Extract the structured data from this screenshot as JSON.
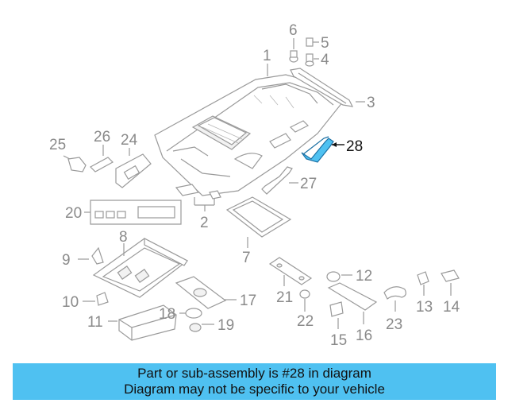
{
  "highlight": {
    "part": "28",
    "color": "#4fc1f1",
    "label_color": "#111111"
  },
  "labels": {
    "p1": "1",
    "p2": "2",
    "p3": "3",
    "p4": "4",
    "p5": "5",
    "p6": "6",
    "p7": "7",
    "p8": "8",
    "p9": "9",
    "p10": "10",
    "p11": "11",
    "p12": "12",
    "p13": "13",
    "p14": "14",
    "p15": "15",
    "p16": "16",
    "p17": "17",
    "p18": "18",
    "p19": "19",
    "p20": "20",
    "p21": "21",
    "p22": "22",
    "p23": "23",
    "p24": "24",
    "p25": "25",
    "p26": "26",
    "p27": "27",
    "p28": "28"
  },
  "banner": {
    "line1": "Part or sub-assembly is #28 in diagram",
    "line2": "Diagram may not be specific to your vehicle",
    "background": "#4fc1f1"
  }
}
